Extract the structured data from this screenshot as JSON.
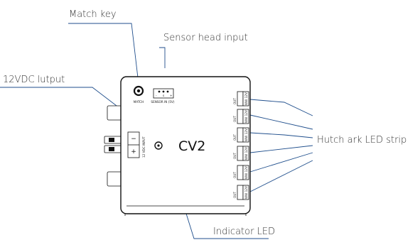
{
  "callouts": {
    "match_key": "Match key",
    "sensor_head_input": "Sensor head input",
    "dc_output": "12VDC lutput",
    "led_strip": "Hutch ark LED strip",
    "indicator_led": "Indicator LED"
  },
  "device": {
    "name": "CV2",
    "match_label": "MATCH",
    "sensor_label": "SENSOR IN (5V)",
    "sensor_pin_labels": [
      "-",
      "s",
      "+"
    ],
    "power_minus": "−",
    "power_plus": "+",
    "power_vertical_label": "12 VDC INPUT",
    "out_label": "OUT",
    "out_rows": [
      "WW 12V",
      "WW 12V",
      "WW 12V",
      "WW 12V",
      "WW 12V",
      "WW 12V"
    ]
  },
  "colors": {
    "leader_line": "#1f4e8c",
    "outline": "#111111",
    "text": "#333333"
  }
}
